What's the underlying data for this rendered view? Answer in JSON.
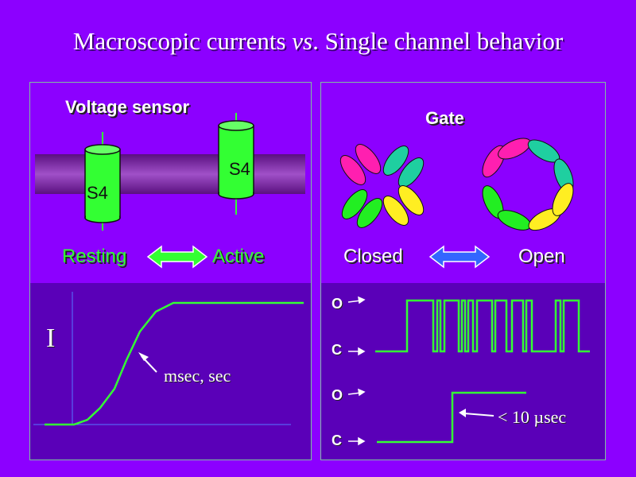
{
  "slide": {
    "title_main": "Macroscopic currents ",
    "title_vs": "vs",
    "title_rest": ". Single channel behavior"
  },
  "left": {
    "heading": "Voltage sensor",
    "segment_left": "S4",
    "segment_right": "S4",
    "state_resting": "Resting",
    "state_active": "Active",
    "current_symbol": "I",
    "time_label": "msec, sec"
  },
  "right": {
    "heading": "Gate",
    "state_closed": "Closed",
    "state_open": "Open",
    "open_label_1": "O",
    "closed_label_1": "C",
    "open_label_2": "O",
    "closed_label_2": "C",
    "latency_label_prefix": "< 10 ",
    "latency_label_unit": "µsec"
  },
  "colors": {
    "background": "#8c00ff",
    "panel_bottom": "#5a00b8",
    "membrane": "#6a1e9a",
    "cylinder": "#33ff33",
    "trace": "#33ff33",
    "arrow_left": "#33ff33",
    "arrow_right": "#3366ff",
    "subunit_magenta": "#ff1fb0",
    "subunit_teal": "#1fcfa0",
    "subunit_green": "#22ee22",
    "subunit_yellow": "#ffee22"
  },
  "icons": [
    "double-arrow-icon",
    "pointer-arrow-icon",
    "channel-subunit-icon"
  ]
}
